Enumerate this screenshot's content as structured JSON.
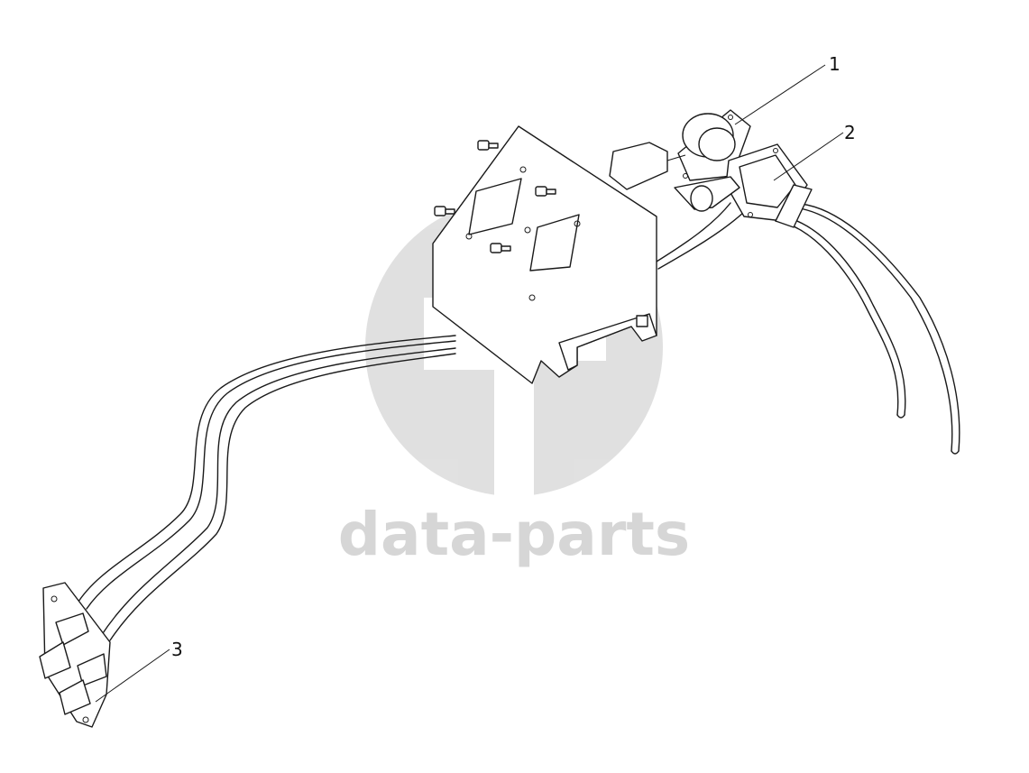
{
  "watermark": {
    "text": "data-parts",
    "color": "#d0d0d0"
  },
  "callouts": [
    {
      "label": "1"
    },
    {
      "label": "2"
    },
    {
      "label": "3"
    }
  ],
  "line_color": "#1a1a1a"
}
